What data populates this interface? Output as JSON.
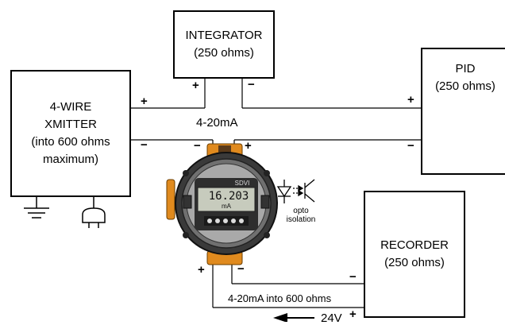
{
  "integrator": {
    "line1": "INTEGRATOR",
    "line2": "(250 ohms)"
  },
  "pid": {
    "line1": "PID",
    "line2": "(250 ohms)"
  },
  "xmitter": {
    "line1": "4-WIRE",
    "line2": "XMITTER",
    "line3": "(into 600 ohms",
    "line4": "maximum)"
  },
  "recorder": {
    "line1": "RECORDER",
    "line2": "(250 ohms)"
  },
  "loop_label": "4-20mA",
  "loop_bottom_label": "4-20mA into 600 ohms",
  "supply_label": "24V",
  "opto": {
    "line1": "opto",
    "line2": "isolation"
  },
  "meter": {
    "display_value": "16.203",
    "display_unit": "mA",
    "brand": "SDVI"
  },
  "signs": {
    "plus": "+",
    "minus": "−"
  }
}
